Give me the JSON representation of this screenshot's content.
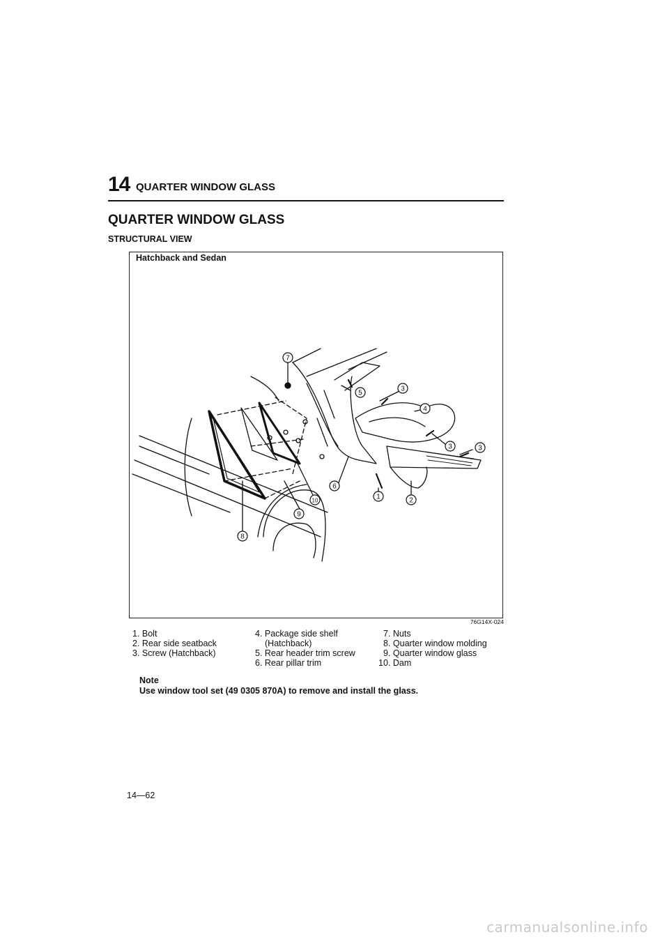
{
  "header": {
    "chapter_number": "14",
    "chapter_title": "QUARTER WINDOW GLASS"
  },
  "section": {
    "title": "QUARTER WINDOW GLASS",
    "subtitle": "STRUCTURAL VIEW"
  },
  "figure": {
    "label": "Hatchback and Sedan",
    "code": "76G14X-024",
    "callouts": [
      "1",
      "2",
      "3",
      "3",
      "3",
      "4",
      "5",
      "6",
      "7",
      "8",
      "9",
      "10"
    ]
  },
  "legend": {
    "col1": [
      "1. Bolt",
      "2. Rear side seatback",
      "3. Screw (Hatchback)"
    ],
    "col2": [
      "4. Package side shelf",
      "(Hatchback)",
      "5. Rear header trim screw",
      "6. Rear pillar trim"
    ],
    "col3": [
      "7. Nuts",
      "8. Quarter window molding",
      "9. Quarter window glass",
      "10. Dam"
    ]
  },
  "note": {
    "heading": "Note",
    "text": "Use window tool set (49 0305 870A) to remove and install the glass."
  },
  "page_number": "14—62",
  "footer": "carmanualsonline.info"
}
